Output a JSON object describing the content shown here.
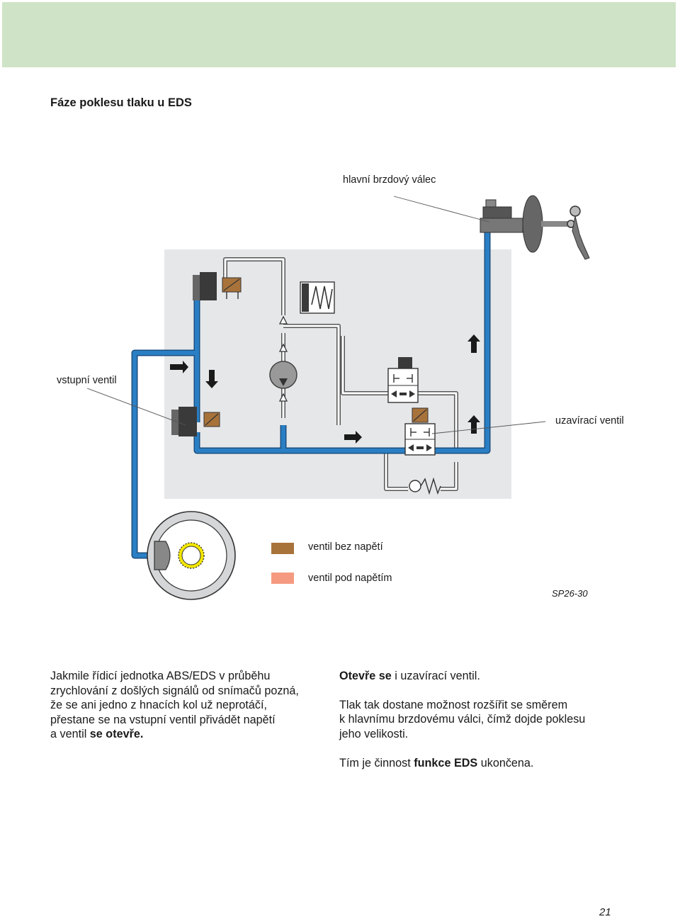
{
  "page": {
    "title": "Fáze poklesu tlaku u EDS",
    "page_number": "21",
    "figure_code": "SP26-30"
  },
  "diagram": {
    "labels": {
      "master_cylinder": "hlavní brzdový válec",
      "inlet_valve": "vstupní ventil",
      "shutoff_valve": "uzavírací ventil"
    },
    "legend": [
      {
        "color": "#a8733b",
        "text": "ventil bez napětí"
      },
      {
        "color": "#f59a80",
        "text": "ventil pod napětím"
      }
    ],
    "colors": {
      "brake_line": "#2a7fc4",
      "background_box": "#e6e7e9",
      "header_band": "#cfe3c6",
      "sensor_ring": "#f2e600"
    }
  },
  "text": {
    "left": {
      "p1_a": "Jakmile řídicí jednotka ABS/EDS v průběhu",
      "p1_b": "zrychlování z došlých signálů od snímačů pozná,",
      "p1_c": "že se ani jedno z hnacích kol už neprotáčí,",
      "p1_d": "přestane se na vstupní ventil přivádět napětí",
      "p1_e": "a ventil",
      "p1_e_bold": "se otevře."
    },
    "right": {
      "p1_bold": "Otevře se",
      "p1_rest": " i uzavírací ventil.",
      "p2_a": "Tlak tak dostane možnost rozšířit se směrem",
      "p2_b": "k hlavnímu brzdovému válci, čímž dojde poklesu",
      "p2_c": "jeho velikosti.",
      "p3_a": "Tím je činnost ",
      "p3_bold": "funkce EDS",
      "p3_c": " ukončena."
    }
  }
}
